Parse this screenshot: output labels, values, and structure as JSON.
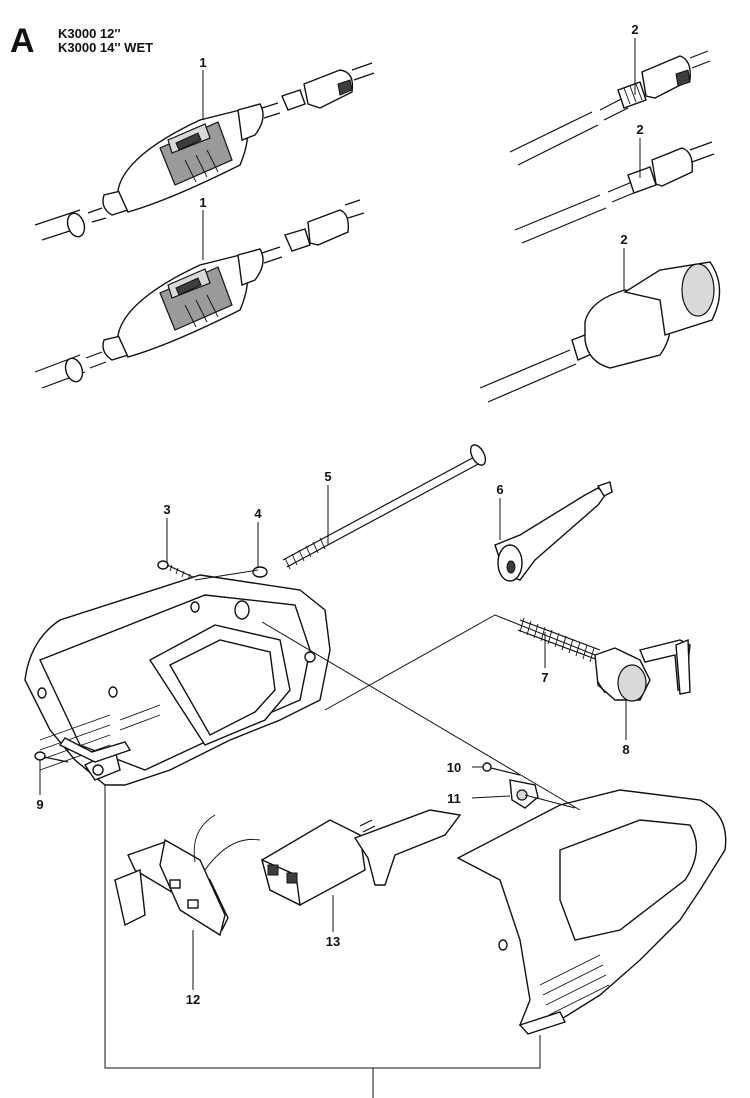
{
  "header": {
    "section_letter": "A",
    "model_lines": [
      "K3000 12''",
      "K3000 14'' WET"
    ]
  },
  "callouts": [
    "1",
    "1",
    "2",
    "2",
    "2",
    "3",
    "4",
    "5",
    "6",
    "7",
    "8",
    "9",
    "10",
    "11",
    "12",
    "13"
  ]
}
